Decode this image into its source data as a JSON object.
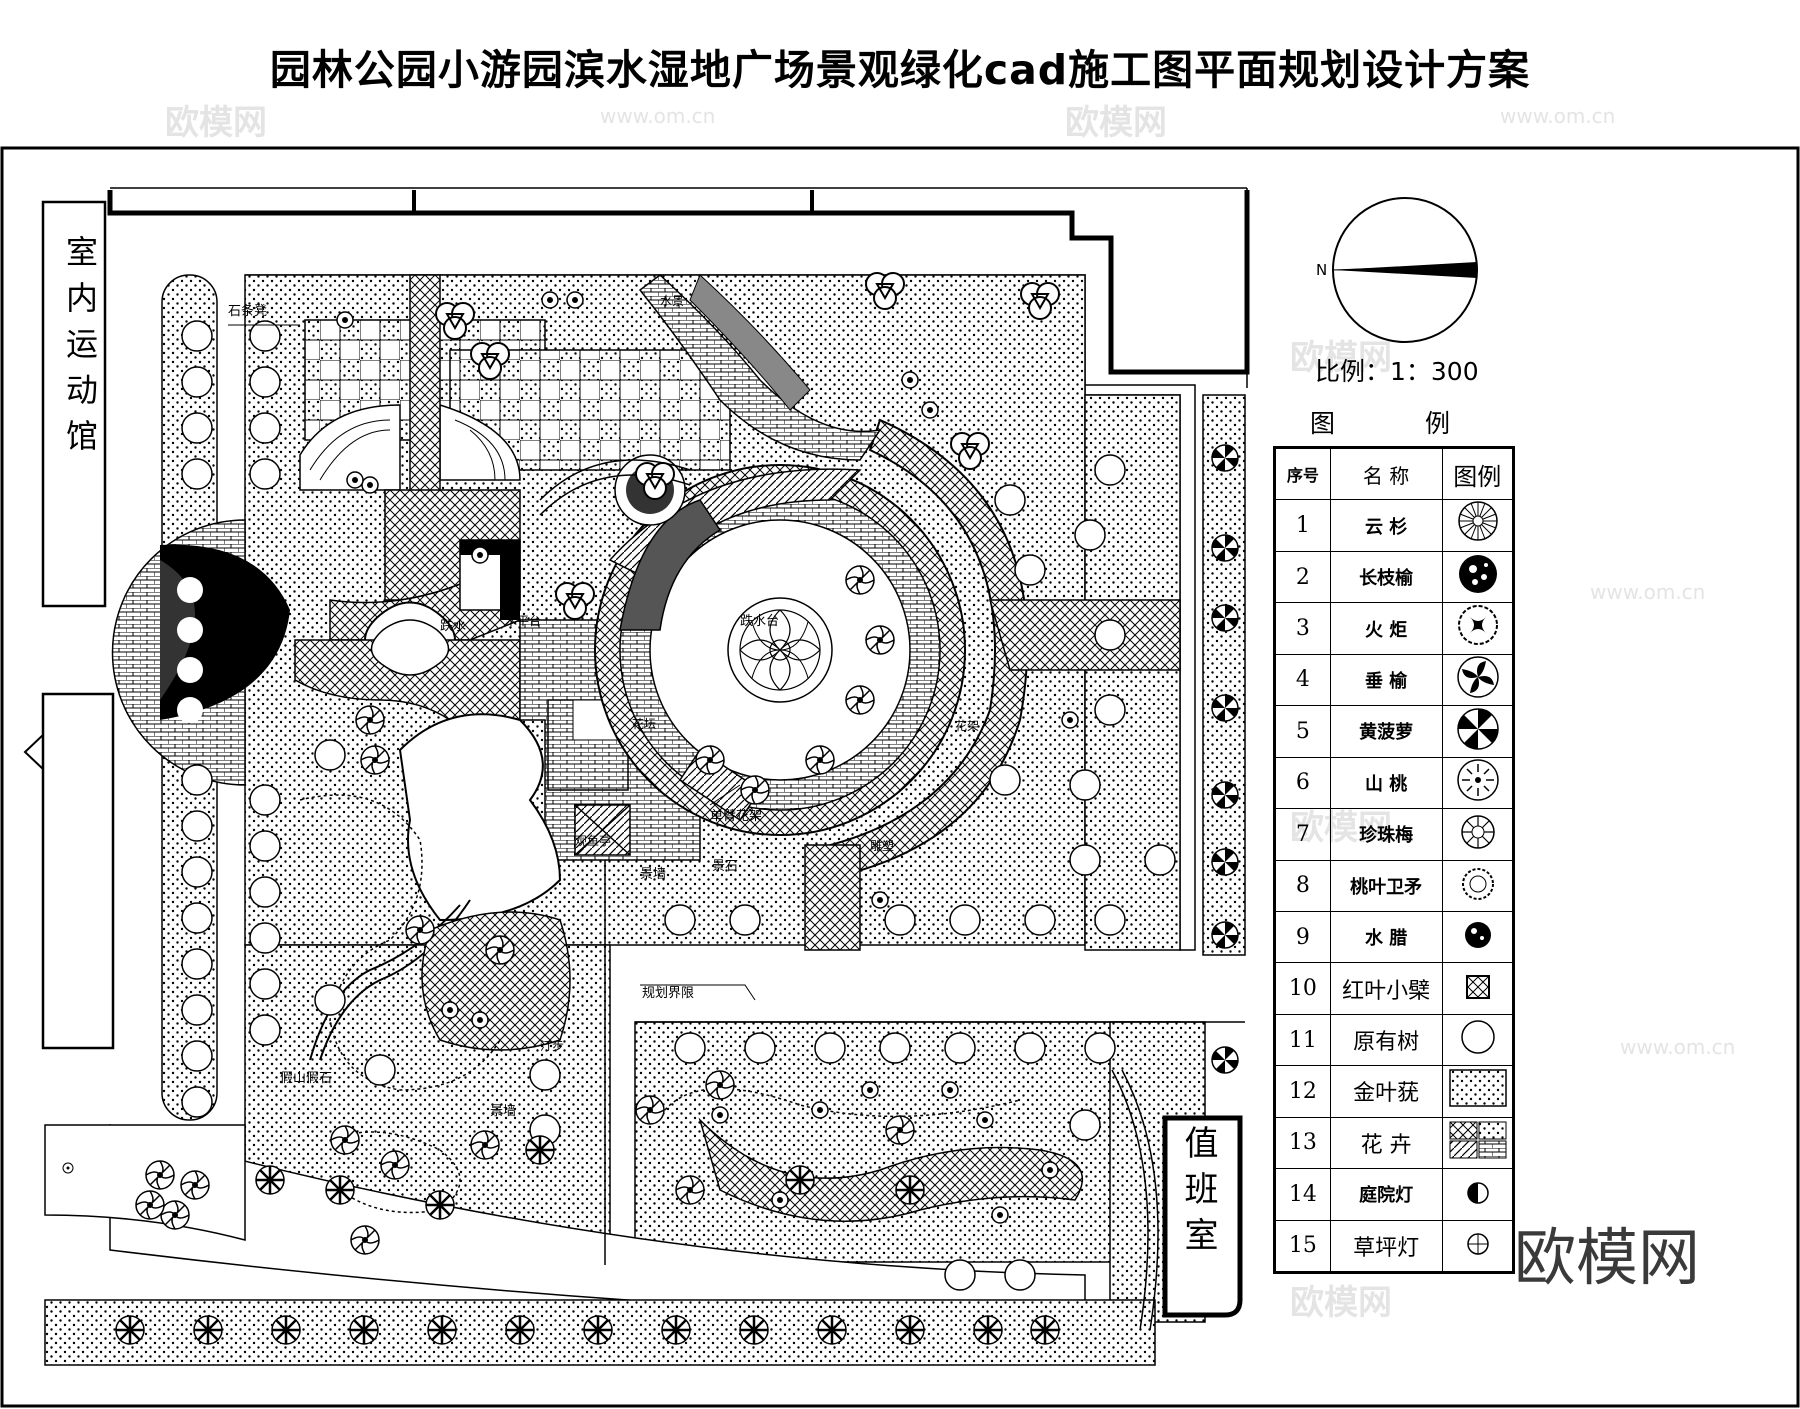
{
  "title": "园林公园小游园滨水湿地广场景观绿化cad施工图平面规划设计方案",
  "watermarks": {
    "brand": "欧模网",
    "url": "www.om.cn",
    "corner": "欧模网"
  },
  "compass": {
    "north_label": "N"
  },
  "scale_label": "比例：1：300",
  "legend": {
    "title": "图例",
    "headers": {
      "seq": "序号",
      "name": "名 称",
      "symbol": "图例"
    },
    "items": [
      {
        "seq": "1",
        "name": "云 杉",
        "icon": "spruce-symbol"
      },
      {
        "seq": "2",
        "name": "长枝榆",
        "icon": "long-branch-elm-symbol"
      },
      {
        "seq": "3",
        "name": "火 炬",
        "icon": "torch-tree-symbol"
      },
      {
        "seq": "4",
        "name": "垂 榆",
        "icon": "weeping-elm-symbol"
      },
      {
        "seq": "5",
        "name": "黄菠萝",
        "icon": "amur-cork-symbol"
      },
      {
        "seq": "6",
        "name": "山 桃",
        "icon": "wild-peach-symbol"
      },
      {
        "seq": "7",
        "name": "珍珠梅",
        "icon": "sorbaria-symbol"
      },
      {
        "seq": "8",
        "name": "桃叶卫矛",
        "icon": "euonymus-symbol"
      },
      {
        "seq": "9",
        "name": "水 腊",
        "icon": "privet-symbol"
      },
      {
        "seq": "10",
        "name": "红叶小檗",
        "icon": "red-barberry-symbol"
      },
      {
        "seq": "11",
        "name": "原有树",
        "icon": "existing-tree-symbol"
      },
      {
        "seq": "12",
        "name": "金叶莸",
        "icon": "golden-caryopteris-symbol"
      },
      {
        "seq": "13",
        "name": "花 卉",
        "icon": "flowers-symbol"
      },
      {
        "seq": "14",
        "name": "庭院灯",
        "icon": "garden-lamp-symbol"
      },
      {
        "seq": "15",
        "name": "草坪灯",
        "icon": "lawn-lamp-symbol"
      }
    ]
  },
  "plan_labels": {
    "indoor_gym": "室内运动馆",
    "duty_room": "值班室",
    "stone_bench": "石条凳",
    "fountain_stage": "跌水台",
    "drop_water": "跌水",
    "single_arm_pergola": "单臂花架",
    "landscape_wall_1": "景墙",
    "landscape_wall_2": "景墙",
    "planning_boundary": "规划界限",
    "rockery": "假山假石",
    "scenic_stone": "景石",
    "fishing_pavilion": "观鱼亭",
    "flower_bed": "花坛",
    "wood_platform": "木平台",
    "pergola": "花架",
    "sculpture": "雕塑",
    "water_feature": "水景",
    "stepping_stones": "汀步"
  }
}
